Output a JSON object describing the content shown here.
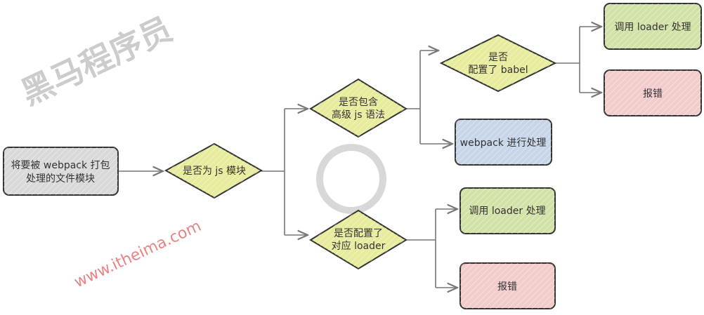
{
  "nodes": {
    "start": {
      "label_lines": [
        "将要被 webpack 打包",
        "处理的文件模块"
      ],
      "color": "#d9d9d9"
    },
    "is_js": {
      "label_lines": [
        "是否为 js 模块"
      ],
      "color": "#e7ec9c"
    },
    "has_adv": {
      "label_lines": [
        "是否包含",
        "高级 js 语法"
      ],
      "color": "#e7ec9c"
    },
    "babel": {
      "label_lines": [
        "是否",
        "配置了 babel"
      ],
      "color": "#e7ec9c"
    },
    "loader_top": {
      "label_lines": [
        "调用 loader 处理"
      ],
      "color": "#d2e2a6"
    },
    "error_top": {
      "label_lines": [
        "报错"
      ],
      "color": "#f2cbcb"
    },
    "webpack_proc": {
      "label_lines": [
        "webpack 进行处理"
      ],
      "color": "#c6d6e8"
    },
    "cfg_loader": {
      "label_lines": [
        "是否配置了",
        "对应 loader"
      ],
      "color": "#e7ec9c"
    },
    "loader_bot": {
      "label_lines": [
        "调用 loader 处理"
      ],
      "color": "#d2e2a6"
    },
    "error_bot": {
      "label_lines": [
        "报错"
      ],
      "color": "#f2cbcb"
    }
  },
  "watermark": {
    "brand": "黑马程序员",
    "url": "www.itheima.com"
  }
}
